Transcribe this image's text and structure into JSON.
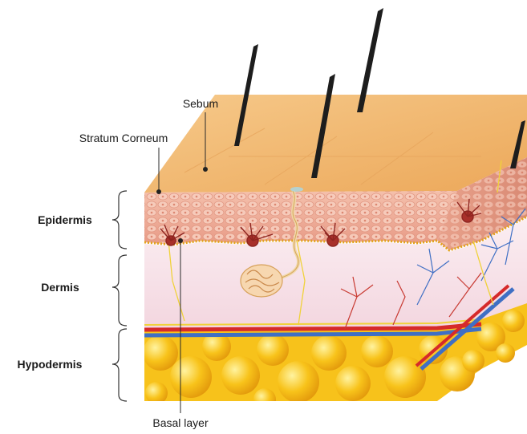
{
  "labels": {
    "sebum": "Sebum",
    "stratum_corneum": "Stratum Corneum",
    "epidermis": "Epidermis",
    "dermis": "Dermis",
    "hypodermis": "Hypodermis",
    "basal_layer": "Basal layer"
  },
  "colors": {
    "surface": "#f1b86a",
    "epidermis": "#f2b6a2",
    "dermis": "#f8e4ea",
    "hypodermis": "#f7c21b",
    "artery": "#d62a2a",
    "vein": "#3f6fc4",
    "nerve": "#f0d23a",
    "hair": "#1d1d1d"
  }
}
